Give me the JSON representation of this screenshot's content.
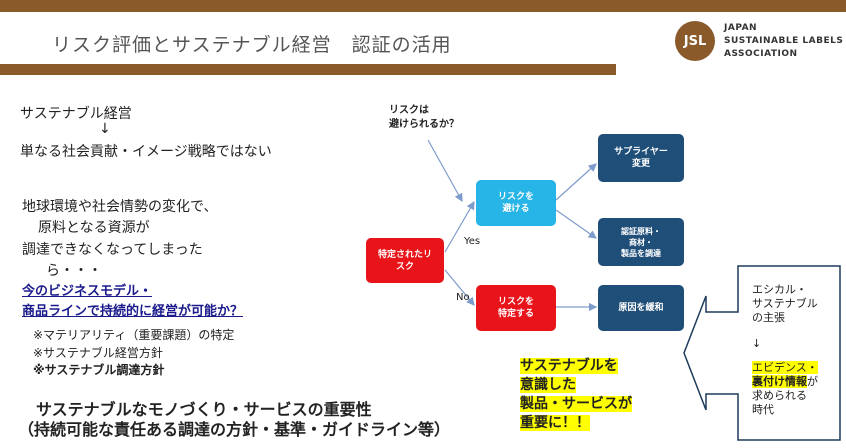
{
  "header": {
    "title": "リスク評価とサステナブル経営　認証の活用",
    "logo_mark": "JSL",
    "logo_lines": [
      "JAPAN",
      "SUSTAINABLE LABELS",
      "ASSOCIATION"
    ]
  },
  "left": {
    "line1": "サステナブル経営",
    "arrow": "↓",
    "line2": "単なる社会貢献・イメージ戦略ではない",
    "para": [
      "地球環境や社会情勢の変化で、",
      "原料となる資源が",
      "調達できなくなってしまった",
      "ら・・・"
    ],
    "question1": "今のビジネスモデル・",
    "question2": "商品ラインで持続的に経営が可能か？",
    "notes": [
      "※マテリアリティ（重要課題）の特定",
      "※サステナブル経営方針",
      "※サステナブル調達方針"
    ],
    "bottom1": "サステナブルなモノづくり・サービスの重要性",
    "bottom2": "（持続可能な責任ある調達の方針・基準・ガイドライン等）"
  },
  "diagram": {
    "question": [
      "リスクは",
      "避けられるか？"
    ],
    "start": [
      "特定されたリ",
      "スク"
    ],
    "yes_label": "Yes",
    "no_label": "No",
    "avoid": [
      "リスクを",
      "避ける"
    ],
    "identify": [
      "リスクを",
      "特定する"
    ],
    "supplier": [
      "サプライヤー",
      "変更"
    ],
    "certified": [
      "認証原料・",
      "商材・",
      "製品を調達"
    ],
    "mitigate": "原因を緩和"
  },
  "callout_yellow": [
    "サステナブルを",
    "意識した",
    "製品・サービスが",
    "重要に！！"
  ],
  "arrow_box": {
    "lines": [
      "エシカル・",
      "サステナブル",
      "の主張"
    ],
    "down": "↓",
    "hl1": "エビデンス・",
    "hl2": "裏付け情報",
    "after2": "が",
    "lines2": [
      "求められる",
      "時代"
    ]
  },
  "colors": {
    "brown": "#8a5a2b",
    "red": "#e8141a",
    "cyan": "#27b4e6",
    "navy": "#1f4e79",
    "highlight": "#ffff00"
  }
}
